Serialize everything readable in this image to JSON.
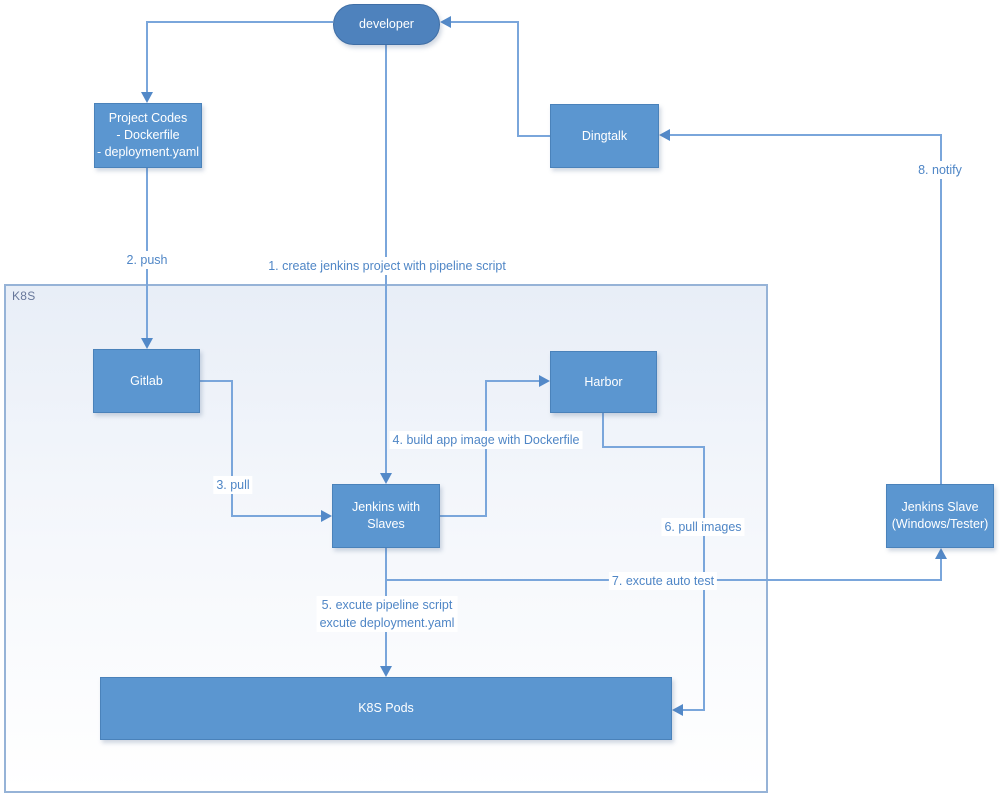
{
  "diagram": {
    "container": {
      "label": "K8S"
    },
    "nodes": {
      "developer": {
        "label": "developer"
      },
      "project_codes": {
        "lines": [
          "Project Codes",
          "- Dockerfile",
          "- deployment.yaml"
        ]
      },
      "dingtalk": {
        "label": "Dingtalk"
      },
      "gitlab": {
        "label": "Gitlab"
      },
      "harbor": {
        "label": "Harbor"
      },
      "jenkins": {
        "label": "Jenkins with Slaves"
      },
      "jenkins_slave": {
        "lines": [
          "Jenkins Slave",
          "(Windows/Tester)"
        ]
      },
      "k8s_pods": {
        "label": "K8S Pods"
      }
    },
    "edge_labels": {
      "e1": "1. create jenkins project with pipeline script",
      "e2": "2. push",
      "e3": "3. pull",
      "e4": "4. build app image with Dockerfile",
      "e5_line1": "5. excute pipeline script",
      "e5_line2": "excute deployment.yaml",
      "e6": "6. pull images",
      "e7": "7. excute auto test",
      "e8": "8. notify"
    },
    "colors": {
      "node_fill": "#5b96d0",
      "node_border": "#4a82ba",
      "terminator_fill": "#4e82bd",
      "line": "#7aa6db",
      "arrowhead": "#5389c8",
      "edge_label_text": "#4f86c6",
      "container_border": "#96b3d7",
      "container_fill_top": "#e8eef7",
      "container_label_text": "#67779a"
    }
  }
}
